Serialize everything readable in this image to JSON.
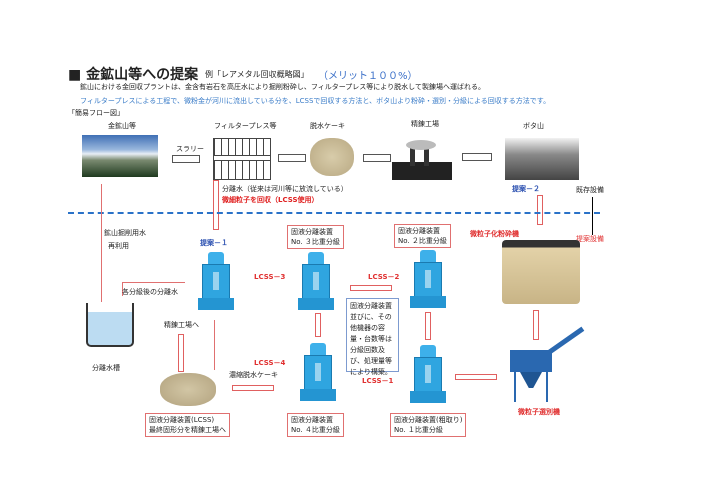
{
  "header": {
    "title": "■ 金鉱山等への提案",
    "example": "例「レアメタル回収概略図」",
    "merit": "（メリット１００%）",
    "line1": "鉱山における金回収プラントは、金含有岩石を高圧水により掘削粉砕し、フィルタープレス等により脱水して製錬場へ運ばれる。",
    "line2": "フィルタープレスによる工程で、微粉金が河川に流出している分を、LCSSで回収する方法と、ボタ山より粉砕・選別・分級による回収する方法です。",
    "flow_title": "「簡易フロー図」"
  },
  "top": {
    "mine": "金鉱山等",
    "slurry": "スラリー",
    "filter": "フィルタープレス等",
    "cake": "脱水ケーキ",
    "smelter": "精錬工場",
    "bota": "ボタ山"
  },
  "mid": {
    "separated_water": "分離水（従来は河川等に放流している）",
    "recover": "微細粒子を回収（LCSS使用）",
    "proposal2": "提案－２",
    "existing": "既存設備",
    "proposed": "提案設備",
    "reuse1": "鉱山掘削用水",
    "reuse2": "再利用",
    "proposal1": "提案－１",
    "each_water": "各分級後の分離水",
    "tank": "分離水槽",
    "to_smelter": "精錬工場へ",
    "conc_cake": "濃縮脱水ケーキ",
    "crusher": "微粒子化粉砕機",
    "selector": "微粒子選別機"
  },
  "lcss": {
    "l1": "LCSS－1",
    "l2": "LCSS－2",
    "l3": "LCSS－3",
    "l4": "LCSS－4"
  },
  "boxes": {
    "no3a": "固液分離装置",
    "no3b": "No. ３比重分級",
    "no2a": "固液分離装置",
    "no2b": "No. ２比重分級",
    "no4a": "固液分離装置",
    "no4b": "No. ４比重分級",
    "no1a": "固液分離装置(粗取り)",
    "no1b": "No. １比重分級",
    "fa": "固液分離装置(LCSS)",
    "fb": "最終固形分を精錬工場へ",
    "note": "固液分離装置並びに、その他機器の容量・台数等は分級回数及び、処理量等により構築。"
  }
}
